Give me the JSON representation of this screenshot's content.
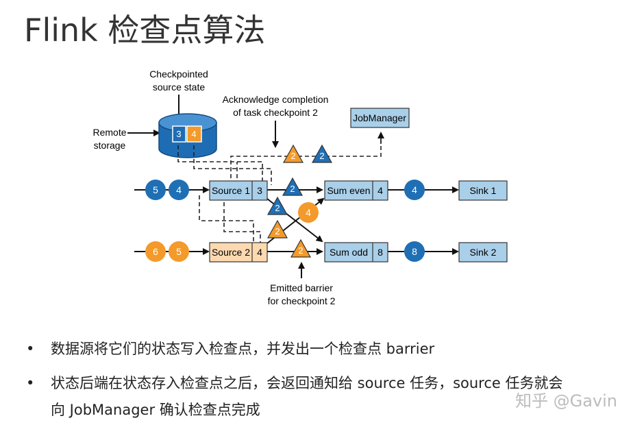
{
  "title": "Flink 检查点算法",
  "diagram": {
    "checkpointed_label": [
      "Checkpointed",
      "source state"
    ],
    "remote_label": [
      "Remote",
      "storage"
    ],
    "ack_label": [
      "Acknowledge completion",
      "of task checkpoint 2"
    ],
    "emitted_label": [
      "Emitted barrier",
      "for checkpoint 2"
    ],
    "jobmanager": "JobManager",
    "storage_cells": [
      "3",
      "4"
    ],
    "source1": {
      "name": "Source 1",
      "value": "3"
    },
    "source2": {
      "name": "Source 2",
      "value": "4"
    },
    "sum_even": {
      "name": "Sum even",
      "value": "4"
    },
    "sum_odd": {
      "name": "Sum odd",
      "value": "8"
    },
    "sink1": "Sink 1",
    "sink2": "Sink 2",
    "row1_inputs": [
      "5",
      "4"
    ],
    "row2_inputs": [
      "6",
      "5"
    ],
    "even_out": "4",
    "odd_out": "8",
    "cross_record": "4",
    "barrier": "2",
    "colors": {
      "blue": "#1f6fb5",
      "orange": "#f39a2b",
      "box_blue": "#a9cfe9",
      "box_orange": "#fcd9b0"
    }
  },
  "bullets": [
    {
      "text": "数据源将它们的状态写入检查点，并发出一个检查点 barrier"
    },
    {
      "text": "状态后端在状态存入检查点之后，会返回通知给 source 任务，source 任务就会",
      "continuation": "向 JobManager 确认检查点完成"
    }
  ],
  "watermark": "知乎 @Gavin"
}
